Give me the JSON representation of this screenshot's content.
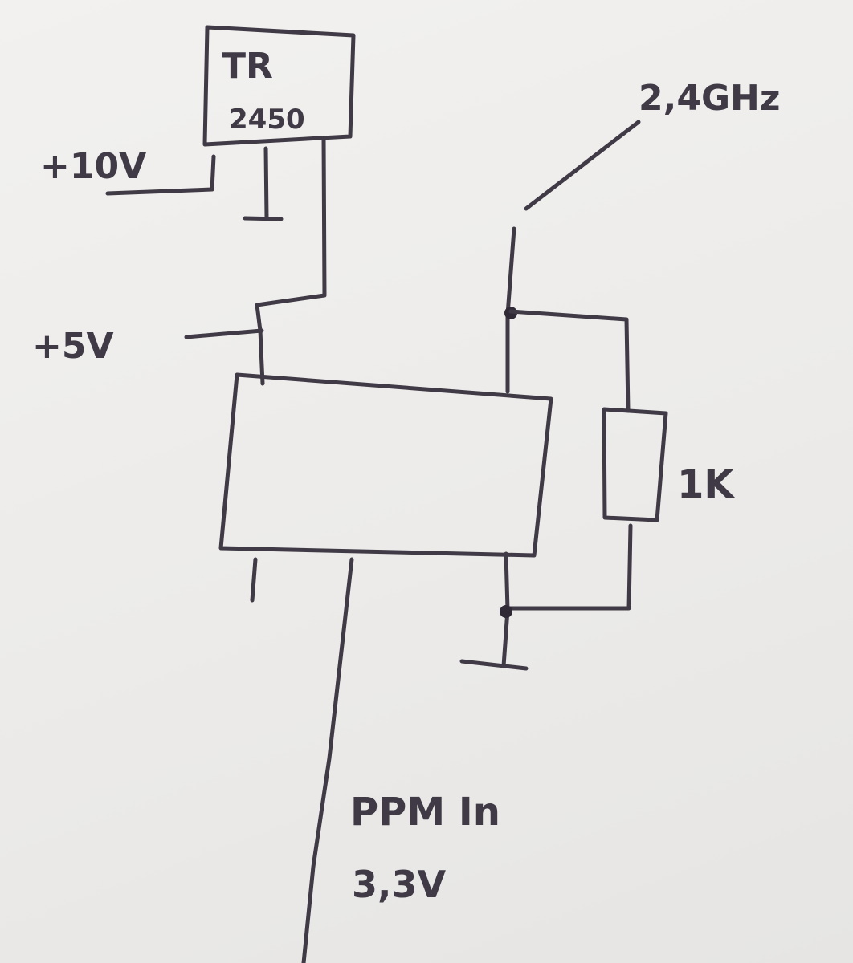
{
  "diagram": {
    "regulator": {
      "line1": "TR",
      "line2": "2450"
    },
    "supply_in": "+10V",
    "supply_5v": "+5V",
    "antenna_label": "2,4GHz",
    "resistor_label": "1K",
    "signal_name": "PPM In",
    "signal_level": "3,3V"
  },
  "colors": {
    "ink": "#3f3a45",
    "paper": "#efeeec"
  }
}
